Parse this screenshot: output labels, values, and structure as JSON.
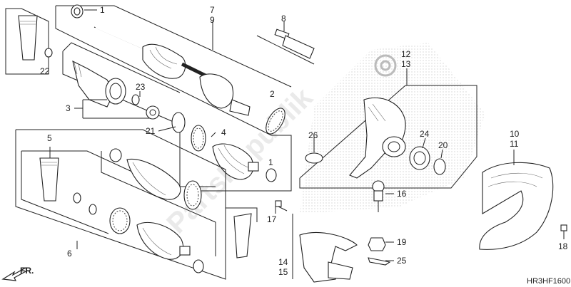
{
  "diagram": {
    "callouts": [
      {
        "id": "c1a",
        "text": "1"
      },
      {
        "id": "c7",
        "text": "7"
      },
      {
        "id": "c9",
        "text": "9"
      },
      {
        "id": "c8",
        "text": "8"
      },
      {
        "id": "c12",
        "text": "12"
      },
      {
        "id": "c13",
        "text": "13"
      },
      {
        "id": "c22",
        "text": "22"
      },
      {
        "id": "c23",
        "text": "23"
      },
      {
        "id": "c2",
        "text": "2"
      },
      {
        "id": "c3",
        "text": "3"
      },
      {
        "id": "c21",
        "text": "21"
      },
      {
        "id": "c4",
        "text": "4"
      },
      {
        "id": "c26",
        "text": "26"
      },
      {
        "id": "c24",
        "text": "24"
      },
      {
        "id": "c20",
        "text": "20"
      },
      {
        "id": "c10",
        "text": "10"
      },
      {
        "id": "c11",
        "text": "11"
      },
      {
        "id": "c5",
        "text": "5"
      },
      {
        "id": "c6",
        "text": "6"
      },
      {
        "id": "c1b",
        "text": "1"
      },
      {
        "id": "c16",
        "text": "16"
      },
      {
        "id": "c17",
        "text": "17"
      },
      {
        "id": "c19",
        "text": "19"
      },
      {
        "id": "c25",
        "text": "25"
      },
      {
        "id": "c14",
        "text": "14"
      },
      {
        "id": "c15",
        "text": "15"
      },
      {
        "id": "c18",
        "text": "18"
      }
    ],
    "direction_label": "FR.",
    "diagram_code": "HR3HF1600",
    "watermark": "PartsRepublik"
  }
}
